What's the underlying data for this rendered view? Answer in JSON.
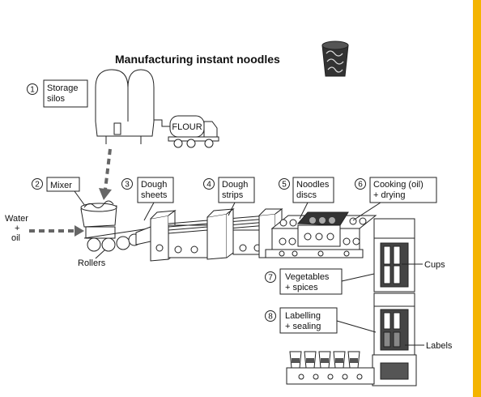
{
  "title": "Manufacturing instant noodles",
  "colors": {
    "accent": "#f4b400",
    "arrow": "#666666",
    "line": "#222222"
  },
  "steps": [
    {
      "num": "1",
      "lines": [
        "Storage",
        "silos"
      ]
    },
    {
      "num": "2",
      "lines": [
        "Mixer"
      ]
    },
    {
      "num": "3",
      "lines": [
        "Dough",
        "sheets"
      ]
    },
    {
      "num": "4",
      "lines": [
        "Dough",
        "strips"
      ]
    },
    {
      "num": "5",
      "lines": [
        "Noodles",
        "discs"
      ]
    },
    {
      "num": "6",
      "lines": [
        "Cooking (oil)",
        "+ drying"
      ]
    },
    {
      "num": "7",
      "lines": [
        "Vegetables",
        "+ spices"
      ]
    },
    {
      "num": "8",
      "lines": [
        "Labelling",
        "+ sealing"
      ]
    }
  ],
  "labels": {
    "flour": "FLOUR",
    "water": "Water",
    "plus": "+",
    "oil": "oil",
    "rollers": "Rollers",
    "cups": "Cups",
    "labels": "Labels"
  }
}
